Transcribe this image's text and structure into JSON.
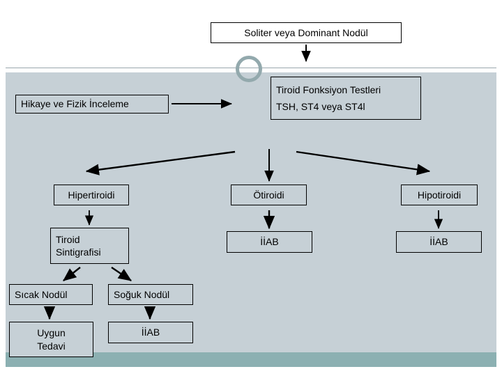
{
  "slide": {
    "title_box": {
      "label": "Soliter veya Dominant Nodül"
    },
    "decor": {
      "ring": "ring-shape",
      "ring_color": "#93a9ad"
    },
    "palette": {
      "header_bg": "#ffffff",
      "body_bg": "#c6d0d6",
      "footer_bg": "#8cb0b2",
      "box_border": "#000000",
      "text": "#000000"
    }
  },
  "nodes": {
    "history_exam": {
      "label": "Hikaye ve Fizik İnceleme"
    },
    "thyroid_function_tests": {
      "line1": "Tiroid Fonksiyon Testleri",
      "line2": "TSH, ST4 veya ST4l"
    },
    "hyperthyroid": {
      "label": "Hipertiroidi"
    },
    "euthyroid": {
      "label": "Ötiroidi"
    },
    "hypothyroid": {
      "label": "Hipotiroidi"
    },
    "thyroid_scintigraphy": {
      "line1": "Tiroid",
      "line2": "Sintigrafisi"
    },
    "fnab_euthyroid": {
      "label": "İİAB"
    },
    "fnab_hypothyroid": {
      "label": "İİAB"
    },
    "hot_nodule": {
      "label": "Sıcak Nodül"
    },
    "cold_nodule": {
      "label": "Soğuk Nodül"
    },
    "appropriate_treatment": {
      "line1": "Uygun",
      "line2": "Tedavi"
    },
    "fnab_cold_nodule": {
      "label": "İİAB"
    }
  },
  "connectors": [
    {
      "name": "title-to-ring",
      "type": "arrow-down"
    },
    {
      "name": "history-to-tft",
      "type": "arrow-right"
    },
    {
      "name": "tft-to-hyperthyroid",
      "type": "arrow-diagonal-left"
    },
    {
      "name": "tft-to-euthyroid",
      "type": "arrow-down"
    },
    {
      "name": "tft-to-hypothyroid",
      "type": "arrow-diagonal-right"
    },
    {
      "name": "hyperthyroid-to-scintigraphy",
      "type": "arrow-down"
    },
    {
      "name": "euthyroid-to-fnab",
      "type": "arrow-down"
    },
    {
      "name": "hypothyroid-to-fnab",
      "type": "arrow-down"
    },
    {
      "name": "scintigraphy-to-hot-nodule",
      "type": "arrow-diagonal-left"
    },
    {
      "name": "scintigraphy-to-cold-nodule",
      "type": "arrow-diagonal-right"
    },
    {
      "name": "hot-nodule-to-treatment",
      "type": "arrow-down"
    },
    {
      "name": "cold-nodule-to-fnab",
      "type": "arrow-down"
    }
  ]
}
